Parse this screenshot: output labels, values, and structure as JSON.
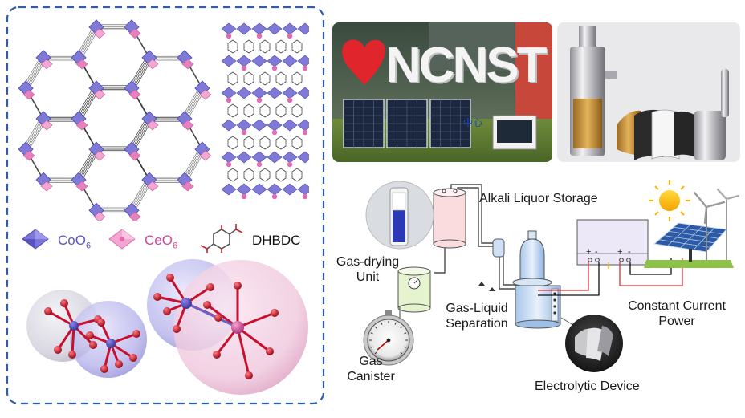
{
  "left_panel": {
    "legend": [
      {
        "key": "coo6",
        "main": "CoO",
        "sub": "6",
        "color": "#5b55c8"
      },
      {
        "key": "ceo6",
        "main": "CeO",
        "sub": "6",
        "color": "#d2459a"
      },
      {
        "key": "linker",
        "main": "DHBDC",
        "sub": "",
        "color": "#111111"
      }
    ]
  },
  "photos": {
    "sign_text": "NCNST",
    "box_text": "中心"
  },
  "diagram": {
    "labels": {
      "alkali": "Alkali Liquor Storage",
      "gas_drying_1": "Gas-drying",
      "gas_drying_2": "Unit",
      "gas_liquid_1": "Gas-Liquid",
      "gas_liquid_2": "Separation",
      "gas_canister_1": "Gas",
      "gas_canister_2": "Canister",
      "constant_1": "Constant Current",
      "constant_2": "Power",
      "electrolytic": "Electrolytic Device"
    },
    "terminal_signs": [
      "+",
      "-",
      "+",
      "-"
    ]
  },
  "colors": {
    "dash_border": "#2f5da8",
    "cobalt": "#5b55c8",
    "cerium": "#d2459a",
    "oxygen": "#c8102e",
    "wire_red": "#e0303a"
  }
}
